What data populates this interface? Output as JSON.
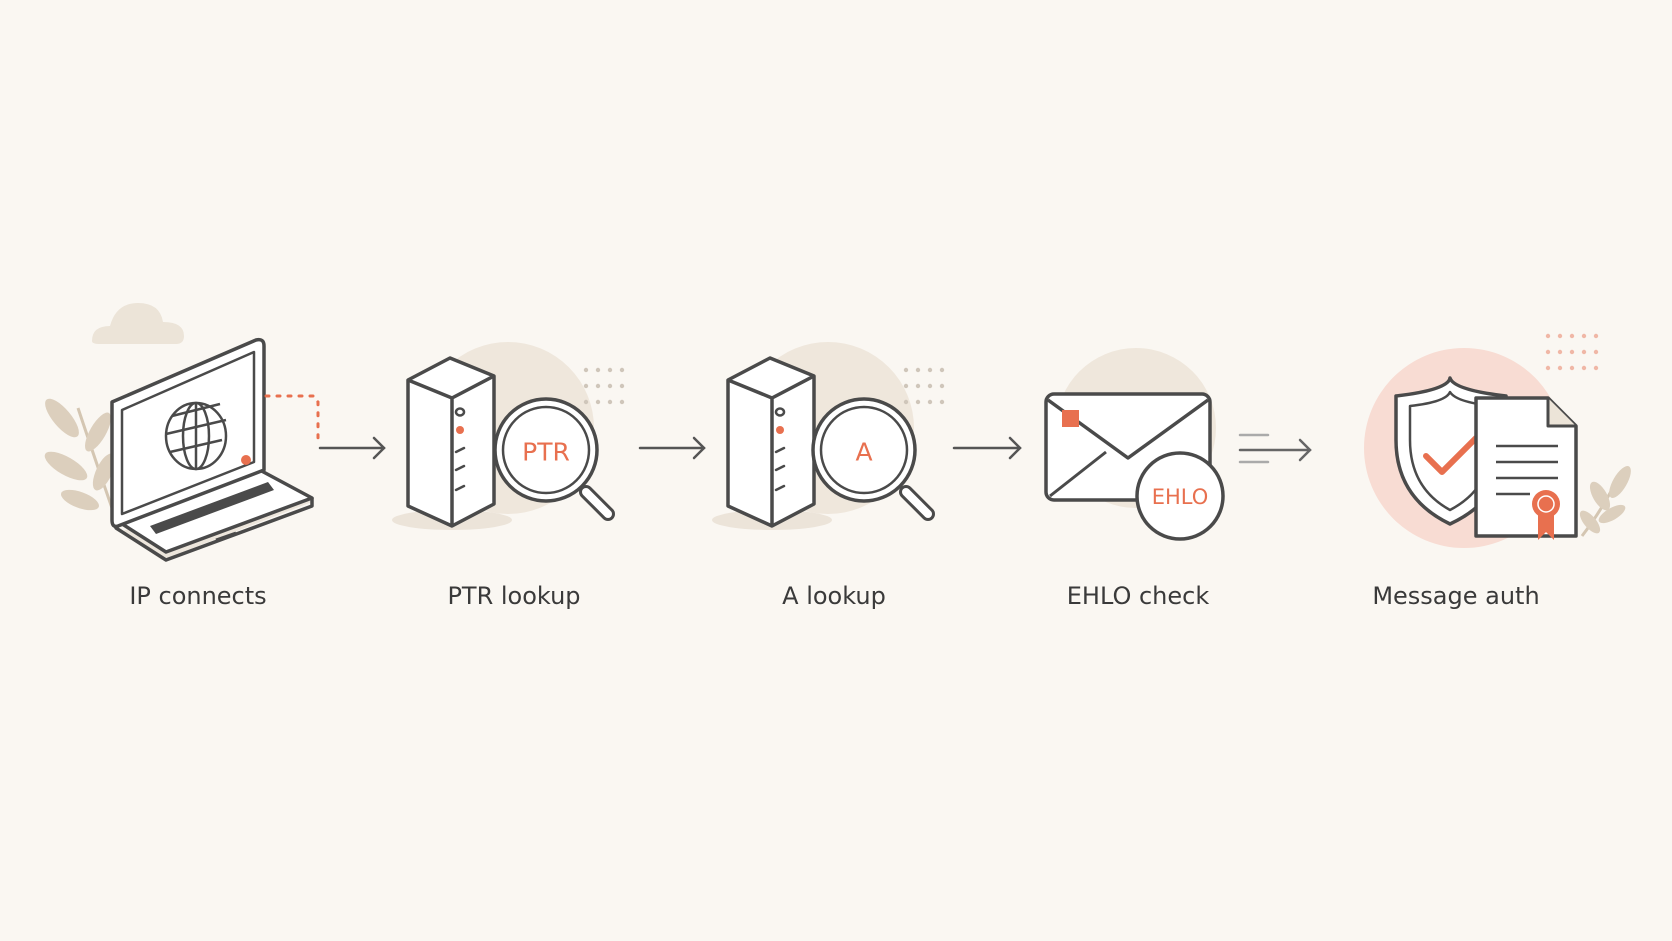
{
  "steps": [
    {
      "id": "ip-connects",
      "label": "IP connects",
      "icon": "laptop-globe-icon"
    },
    {
      "id": "ptr-lookup",
      "label": "PTR lookup",
      "icon": "server-magnifier-icon",
      "badge": "PTR"
    },
    {
      "id": "a-lookup",
      "label": "A lookup",
      "icon": "server-magnifier-icon",
      "badge": "A"
    },
    {
      "id": "ehlo-check",
      "label": "EHLO check",
      "icon": "envelope-icon",
      "badge": "EHLO"
    },
    {
      "id": "message-auth",
      "label": "Message auth",
      "icon": "shield-check-certificate-icon"
    }
  ],
  "colors": {
    "background": "#faf7f2",
    "stroke": "#4a4a4a",
    "accent": "#e8704f",
    "halo": "#efe7dc",
    "halo_accent": "#f8dcd3",
    "leaf": "#dccfbd"
  }
}
